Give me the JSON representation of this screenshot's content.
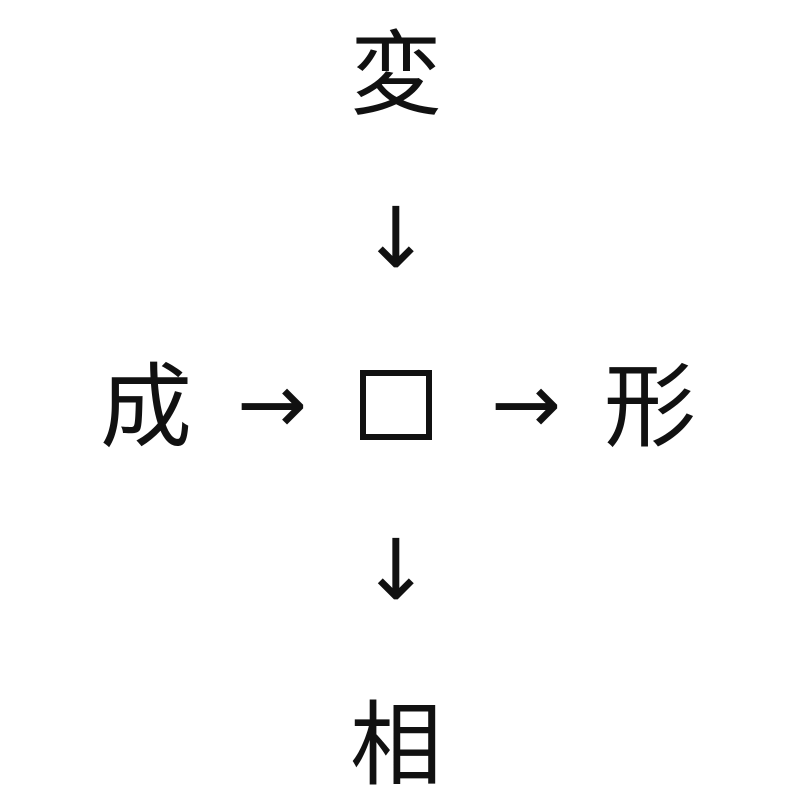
{
  "puzzle": {
    "top": "変",
    "left": "成",
    "right": "形",
    "bottom": "相",
    "arrow_down": "↓",
    "arrow_right": "→"
  }
}
